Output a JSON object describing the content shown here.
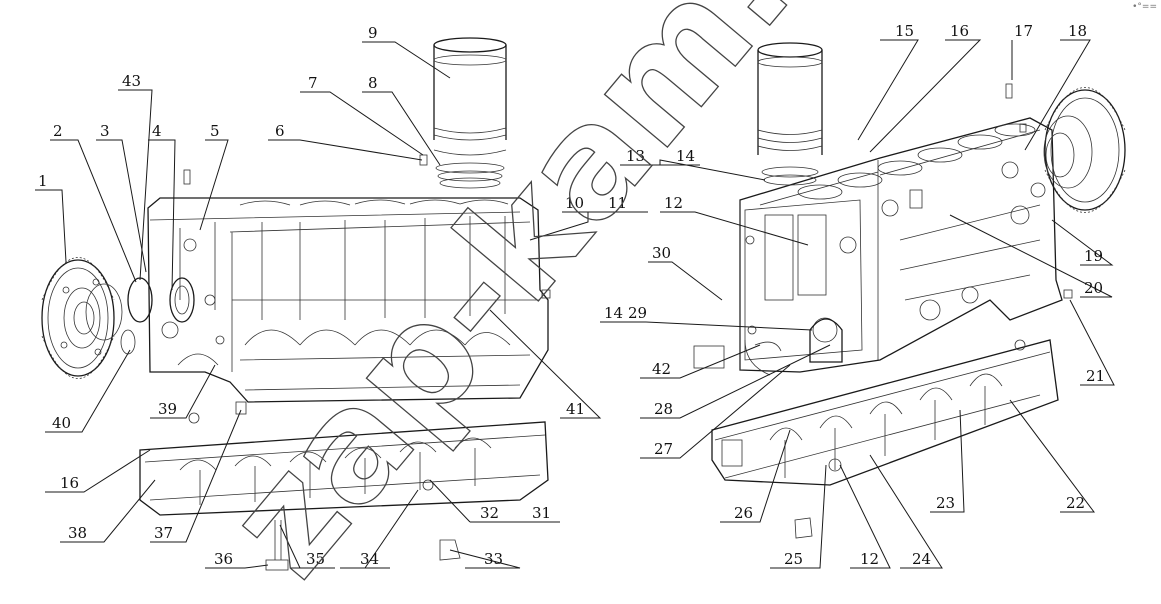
{
  "watermark": "zap-kam.ru",
  "corner_mark": "•°==",
  "callouts": [
    {
      "id": "1",
      "label": "1"
    },
    {
      "id": "2",
      "label": "2"
    },
    {
      "id": "3",
      "label": "3"
    },
    {
      "id": "4",
      "label": "4"
    },
    {
      "id": "5",
      "label": "5"
    },
    {
      "id": "6",
      "label": "6"
    },
    {
      "id": "7",
      "label": "7"
    },
    {
      "id": "8",
      "label": "8"
    },
    {
      "id": "9",
      "label": "9"
    },
    {
      "id": "10",
      "label": "10"
    },
    {
      "id": "11",
      "label": "11"
    },
    {
      "id": "12a",
      "label": "12"
    },
    {
      "id": "12b",
      "label": "12"
    },
    {
      "id": "13",
      "label": "13"
    },
    {
      "id": "14a",
      "label": "14"
    },
    {
      "id": "14b",
      "label": "14"
    },
    {
      "id": "15",
      "label": "15"
    },
    {
      "id": "16a",
      "label": "16"
    },
    {
      "id": "16b",
      "label": "16"
    },
    {
      "id": "17",
      "label": "17"
    },
    {
      "id": "18",
      "label": "18"
    },
    {
      "id": "19",
      "label": "19"
    },
    {
      "id": "20",
      "label": "20"
    },
    {
      "id": "21",
      "label": "21"
    },
    {
      "id": "22",
      "label": "22"
    },
    {
      "id": "23",
      "label": "23"
    },
    {
      "id": "24",
      "label": "24"
    },
    {
      "id": "25",
      "label": "25"
    },
    {
      "id": "26",
      "label": "26"
    },
    {
      "id": "27",
      "label": "27"
    },
    {
      "id": "28",
      "label": "28"
    },
    {
      "id": "29",
      "label": "29"
    },
    {
      "id": "30",
      "label": "30"
    },
    {
      "id": "31",
      "label": "31"
    },
    {
      "id": "32",
      "label": "32"
    },
    {
      "id": "33",
      "label": "33"
    },
    {
      "id": "34",
      "label": "34"
    },
    {
      "id": "35",
      "label": "35"
    },
    {
      "id": "36",
      "label": "36"
    },
    {
      "id": "37",
      "label": "37"
    },
    {
      "id": "38",
      "label": "38"
    },
    {
      "id": "39",
      "label": "39"
    },
    {
      "id": "40",
      "label": "40"
    },
    {
      "id": "41",
      "label": "41"
    },
    {
      "id": "42",
      "label": "42"
    },
    {
      "id": "43",
      "label": "43"
    }
  ]
}
